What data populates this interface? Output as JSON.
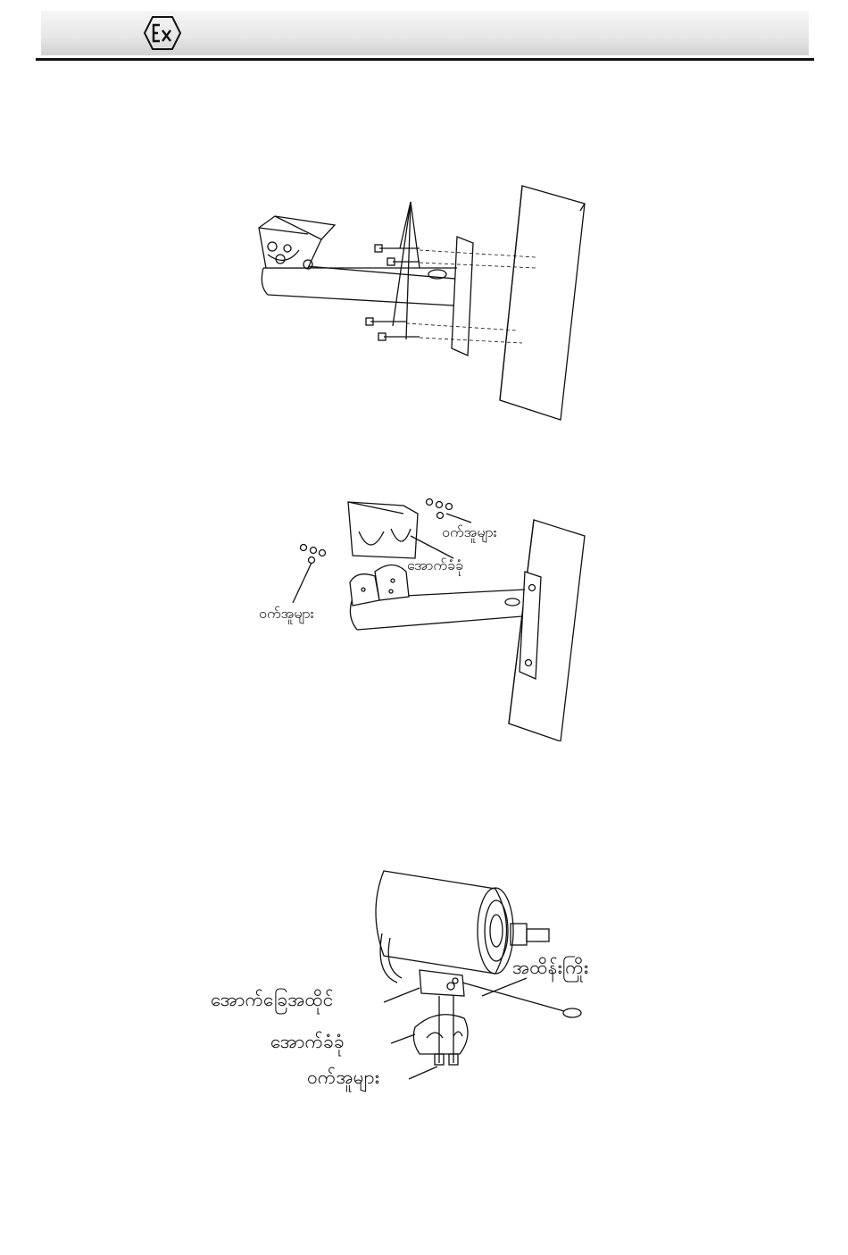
{
  "header": {
    "logo_icon": "ex-hexagon-icon"
  },
  "figure2": {
    "label_nuts_right": "ဝက်အူများ",
    "label_bracket": "အောက်ခံခုံ",
    "label_nuts_left": "ဝက်အူများ"
  },
  "figure3": {
    "label_rope": "အထိန်းကြိုး",
    "label_base_plate": "အောက်ခြေအထိုင်",
    "label_bracket": "အောက်ခံခုံ",
    "label_nuts": "ဝက်အူများ"
  }
}
